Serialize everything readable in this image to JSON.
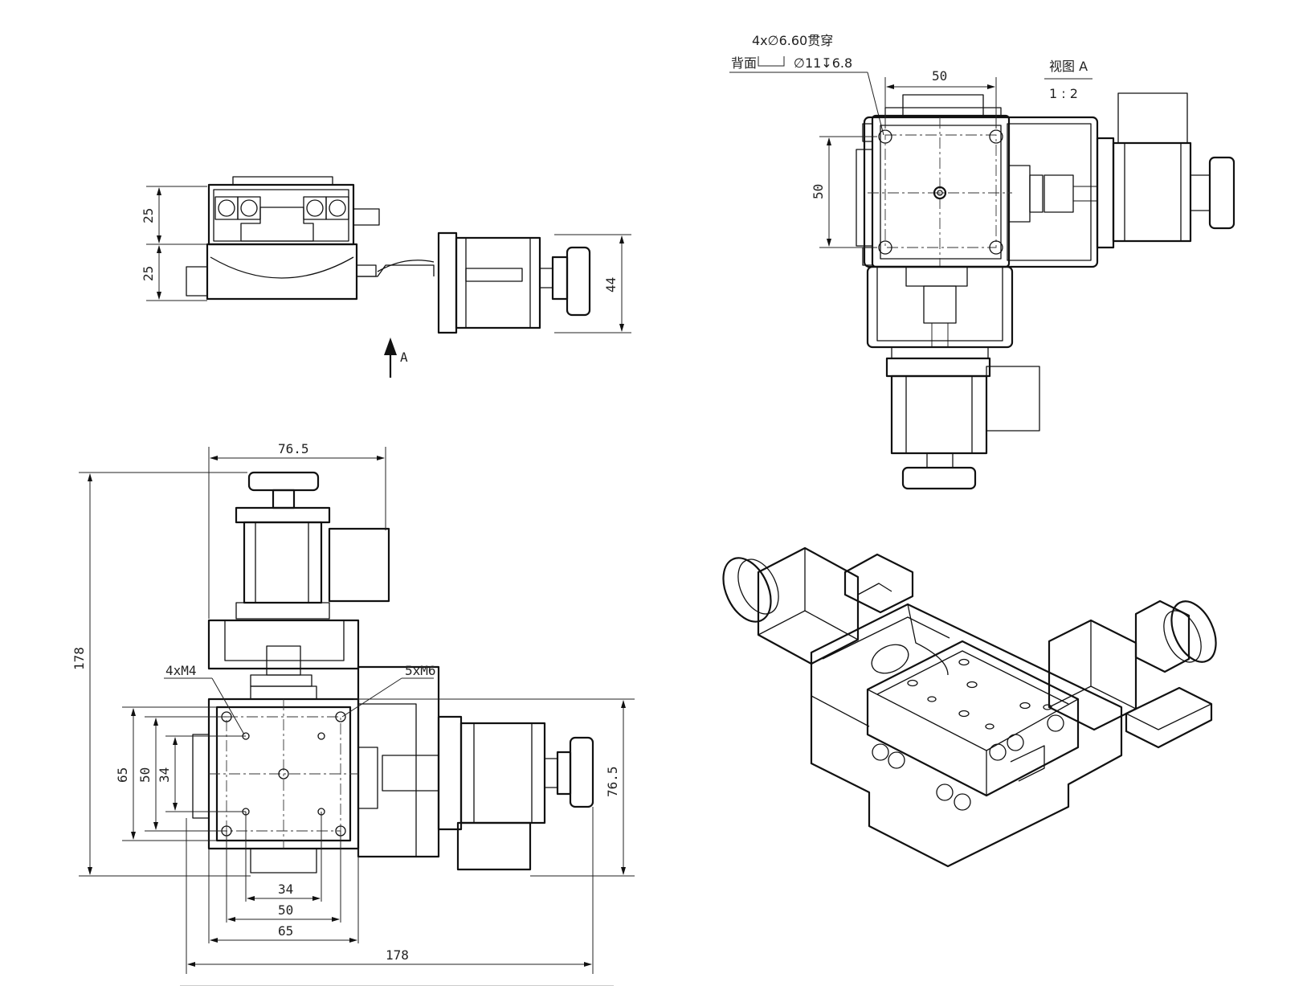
{
  "drawing": {
    "side_view": {
      "dim_upper_height": "25",
      "dim_lower_height": "25",
      "dim_motor_height": "44",
      "view_arrow_label": "A"
    },
    "top_view": {
      "dim_stage_width": "76.5",
      "dim_overall_height": "178",
      "dim_overall_width": "178",
      "dim_height_65": "65",
      "dim_height_50": "50",
      "dim_height_34": "34",
      "dim_width_34": "34",
      "dim_width_50": "50",
      "dim_width_65": "65",
      "dim_right_height": "76.5",
      "callout_small_holes": "4xM4",
      "callout_large_holes": "5xM6"
    },
    "view_a": {
      "callout_line1": "4x∅6.60贯穿",
      "callout_line2_prefix": "背面",
      "callout_line2_value": "∅11↧6.8",
      "dim_hole_spacing_h": "50",
      "dim_hole_spacing_v": "50",
      "view_title": "视图 A",
      "view_scale": "1 : 2"
    },
    "isometric_view": {}
  }
}
